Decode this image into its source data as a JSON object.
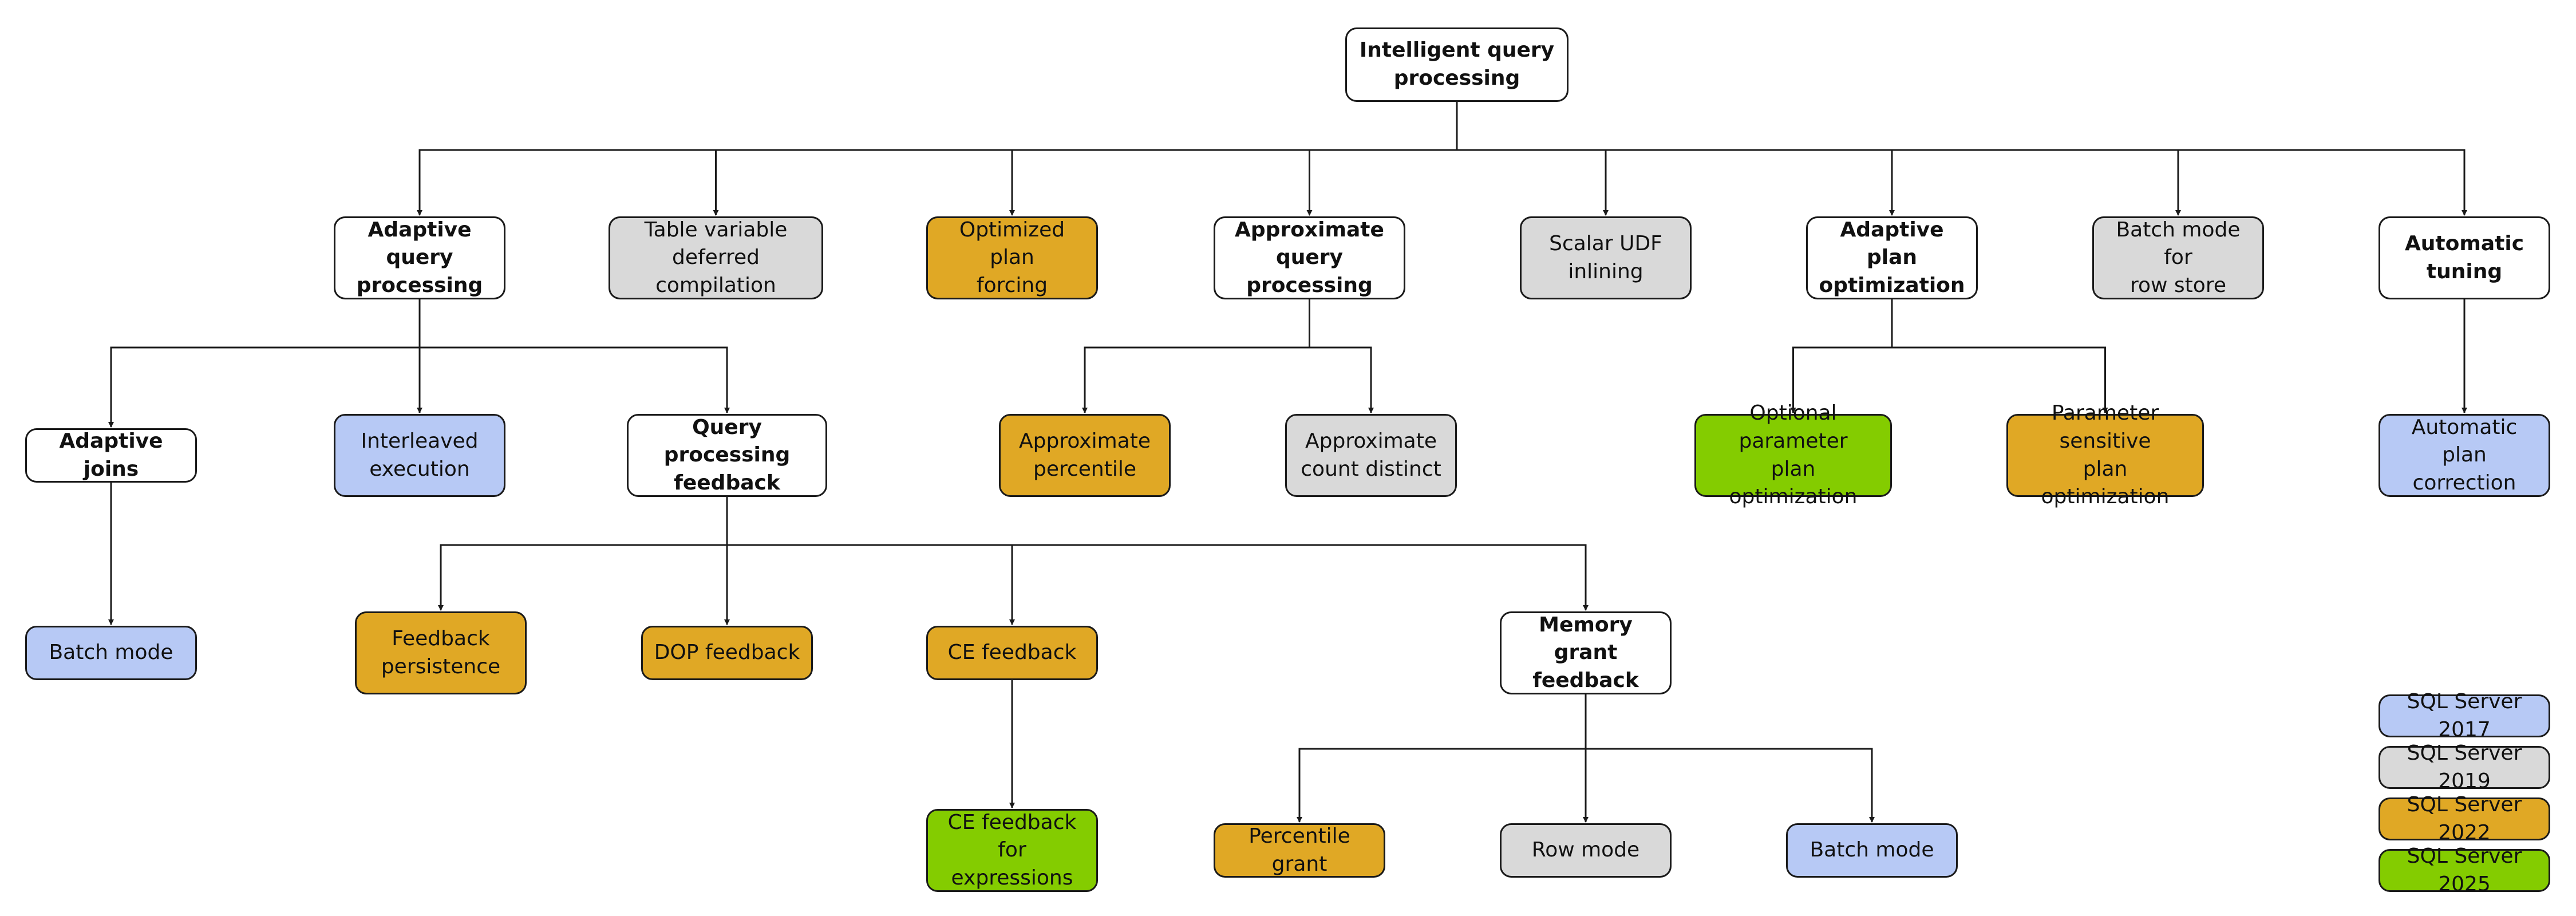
{
  "colors": {
    "white": "#ffffff",
    "sql2017": "#b7c9f5",
    "sql2019": "#d9d9d9",
    "sql2022": "#e0a825",
    "sql2025": "#84cc00",
    "line": "#1a1a1a"
  },
  "nodes": {
    "iqp": {
      "label": "Intelligent query\nprocessing",
      "kind": "white",
      "bold": true
    },
    "aqp": {
      "label": "Adaptive query\nprocessing",
      "kind": "white",
      "bold": true
    },
    "tvdc": {
      "label": "Table variable\ndeferred compilation",
      "kind": "sql2019",
      "bold": false
    },
    "opf": {
      "label": "Optimized plan\nforcing",
      "kind": "sql2022",
      "bold": false
    },
    "apqp": {
      "label": "Approximate\nquery processing",
      "kind": "white",
      "bold": true
    },
    "sudf": {
      "label": "Scalar UDF\ninlining",
      "kind": "sql2019",
      "bold": false
    },
    "apo": {
      "label": "Adaptive plan\noptimization",
      "kind": "white",
      "bold": true
    },
    "bmrs": {
      "label": "Batch mode for\nrow store",
      "kind": "sql2019",
      "bold": false
    },
    "at": {
      "label": "Automatic\ntuning",
      "kind": "white",
      "bold": true
    },
    "aj": {
      "label": "Adaptive joins",
      "kind": "white",
      "bold": true
    },
    "ie": {
      "label": "Interleaved\nexecution",
      "kind": "sql2017",
      "bold": false
    },
    "qpf": {
      "label": "Query processing\nfeedback",
      "kind": "white",
      "bold": true
    },
    "ap": {
      "label": "Approximate\npercentile",
      "kind": "sql2022",
      "bold": false
    },
    "acd": {
      "label": "Approximate\ncount distinct",
      "kind": "sql2019",
      "bold": false
    },
    "oppo": {
      "label": "Optional parameter\nplan optimization",
      "kind": "sql2025",
      "bold": false
    },
    "pspo": {
      "label": "Parameter sensitive\nplan optimization",
      "kind": "sql2022",
      "bold": false
    },
    "apc": {
      "label": "Automatic plan\ncorrection",
      "kind": "sql2017",
      "bold": false
    },
    "bm1": {
      "label": "Batch mode",
      "kind": "sql2017",
      "bold": false
    },
    "fp": {
      "label": "Feedback\npersistence",
      "kind": "sql2022",
      "bold": false
    },
    "dop": {
      "label": "DOP feedback",
      "kind": "sql2022",
      "bold": false
    },
    "ce": {
      "label": "CE feedback",
      "kind": "sql2022",
      "bold": false
    },
    "mgf": {
      "label": "Memory grant\nfeedback",
      "kind": "white",
      "bold": true
    },
    "cefe": {
      "label": "CE feedback for\nexpressions",
      "kind": "sql2025",
      "bold": false
    },
    "pg": {
      "label": "Percentile grant",
      "kind": "sql2022",
      "bold": false
    },
    "rm": {
      "label": "Row mode",
      "kind": "sql2019",
      "bold": false
    },
    "bm2": {
      "label": "Batch mode",
      "kind": "sql2017",
      "bold": false
    }
  },
  "edges": [
    [
      "iqp",
      "aqp"
    ],
    [
      "iqp",
      "tvdc"
    ],
    [
      "iqp",
      "opf"
    ],
    [
      "iqp",
      "apqp"
    ],
    [
      "iqp",
      "sudf"
    ],
    [
      "iqp",
      "apo"
    ],
    [
      "iqp",
      "bmrs"
    ],
    [
      "iqp",
      "at"
    ],
    [
      "aqp",
      "aj"
    ],
    [
      "aqp",
      "ie"
    ],
    [
      "aqp",
      "qpf"
    ],
    [
      "apqp",
      "ap"
    ],
    [
      "apqp",
      "acd"
    ],
    [
      "apo",
      "oppo"
    ],
    [
      "apo",
      "pspo"
    ],
    [
      "at",
      "apc"
    ],
    [
      "aj",
      "bm1"
    ],
    [
      "qpf",
      "fp"
    ],
    [
      "qpf",
      "dop"
    ],
    [
      "qpf",
      "ce"
    ],
    [
      "qpf",
      "mgf"
    ],
    [
      "ce",
      "cefe"
    ],
    [
      "mgf",
      "pg"
    ],
    [
      "mgf",
      "rm"
    ],
    [
      "mgf",
      "bm2"
    ]
  ],
  "legend": [
    {
      "label": "SQL Server 2017",
      "kind": "sql2017"
    },
    {
      "label": "SQL Server 2019",
      "kind": "sql2019"
    },
    {
      "label": "SQL Server 2022",
      "kind": "sql2022"
    },
    {
      "label": "SQL Server 2025",
      "kind": "sql2025"
    }
  ]
}
